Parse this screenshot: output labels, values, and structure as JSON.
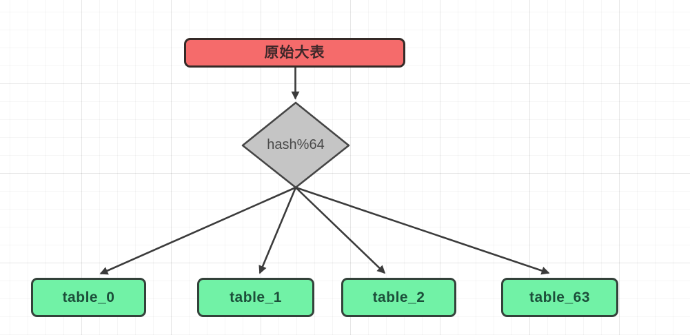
{
  "diagram": {
    "source_node": {
      "label": "原始大表",
      "fill": "#f56b6b"
    },
    "decision_node": {
      "label": "hash%64",
      "fill": "#c5c5c5"
    },
    "shard_nodes": [
      {
        "label": "table_0"
      },
      {
        "label": "table_1"
      },
      {
        "label": "table_2"
      },
      {
        "label": "table_63"
      }
    ],
    "shard_fill": "#71f2a6",
    "connector_color": "#3b3b3b",
    "edges": [
      {
        "from": "原始大表",
        "to": "hash%64"
      },
      {
        "from": "hash%64",
        "to": "table_0"
      },
      {
        "from": "hash%64",
        "to": "table_1"
      },
      {
        "from": "hash%64",
        "to": "table_2"
      },
      {
        "from": "hash%64",
        "to": "table_63"
      }
    ]
  }
}
